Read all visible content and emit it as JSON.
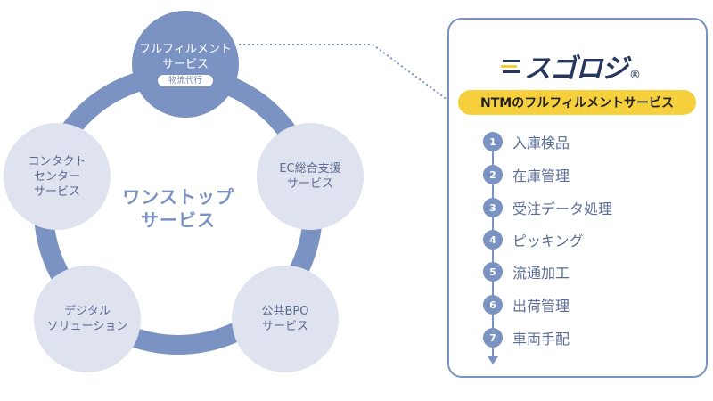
{
  "cycle": {
    "center_label": "ワンストップ\nサービス",
    "nodes": [
      {
        "id": "fulfillment",
        "label": "フルフィルメント\nサービス",
        "badge": "物流代行",
        "highlight": true
      },
      {
        "id": "ec",
        "label": "EC総合支援\nサービス",
        "highlight": false
      },
      {
        "id": "bpo",
        "label": "公共BPO\nサービス",
        "highlight": false
      },
      {
        "id": "digital",
        "label": "デジタル\nソリューション",
        "highlight": false
      },
      {
        "id": "contact",
        "label": "コンタクト\nセンター\nサービス",
        "highlight": false
      }
    ]
  },
  "panel": {
    "logo_text": "スゴロジ",
    "logo_mark": "®",
    "banner": "NTMのフルフィルメントサービス",
    "steps": [
      {
        "num": "1",
        "label": "入庫検品"
      },
      {
        "num": "2",
        "label": "在庫管理"
      },
      {
        "num": "3",
        "label": "受注データ処理"
      },
      {
        "num": "4",
        "label": "ピッキング"
      },
      {
        "num": "5",
        "label": "流通加工"
      },
      {
        "num": "6",
        "label": "出荷管理"
      },
      {
        "num": "7",
        "label": "車両手配"
      }
    ]
  },
  "colors": {
    "ring": "#7b93c2",
    "node_light": "#dfe3ef",
    "node_dark": "#7b93c2",
    "banner": "#f6cf3c",
    "logo": "#26375f"
  }
}
